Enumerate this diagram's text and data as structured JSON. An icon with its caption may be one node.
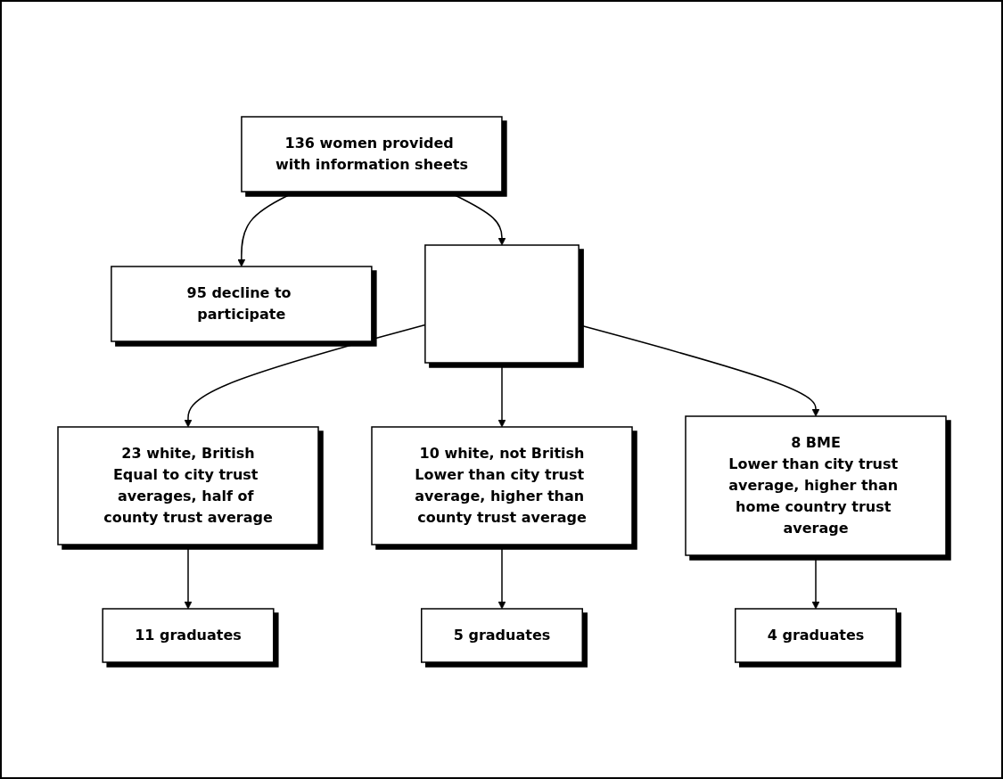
{
  "diagram": {
    "nodes": [
      {
        "text": [
          "136 women provided with information sheets"
        ]
      },
      {
        "text": [
          "95 decline to participate"
        ]
      },
      {
        "text": [],
        "shape": "box"
      },
      {
        "text": [
          "23 white, British",
          "Equal to city trust averages, half of county trust average"
        ]
      },
      {
        "text": [
          "10 white, not British",
          "Lower than city trust average, higher than county trust average"
        ]
      },
      {
        "text": [
          "8 BME",
          "Lower than city trust average, higher than home country trust average"
        ]
      },
      {
        "text": [
          "11 graduates"
        ]
      },
      {
        "text": [
          "5 graduates"
        ]
      },
      {
        "text": [
          "4 graduates"
        ]
      }
    ],
    "edges": [
      {
        "from": 0,
        "to": 1,
        "arrow": "to"
      },
      {
        "from": 0,
        "to": 2,
        "arrow": "to"
      },
      {
        "from": 2,
        "to": 3,
        "arrow": "to"
      },
      {
        "from": 2,
        "to": 4,
        "arrow": "to"
      },
      {
        "from": 2,
        "to": 5,
        "arrow": "to"
      },
      {
        "from": 3,
        "to": 6,
        "arrow": "to"
      },
      {
        "from": 4,
        "to": 7,
        "arrow": "to"
      },
      {
        "from": 5,
        "to": 8,
        "arrow": "to"
      }
    ]
  }
}
